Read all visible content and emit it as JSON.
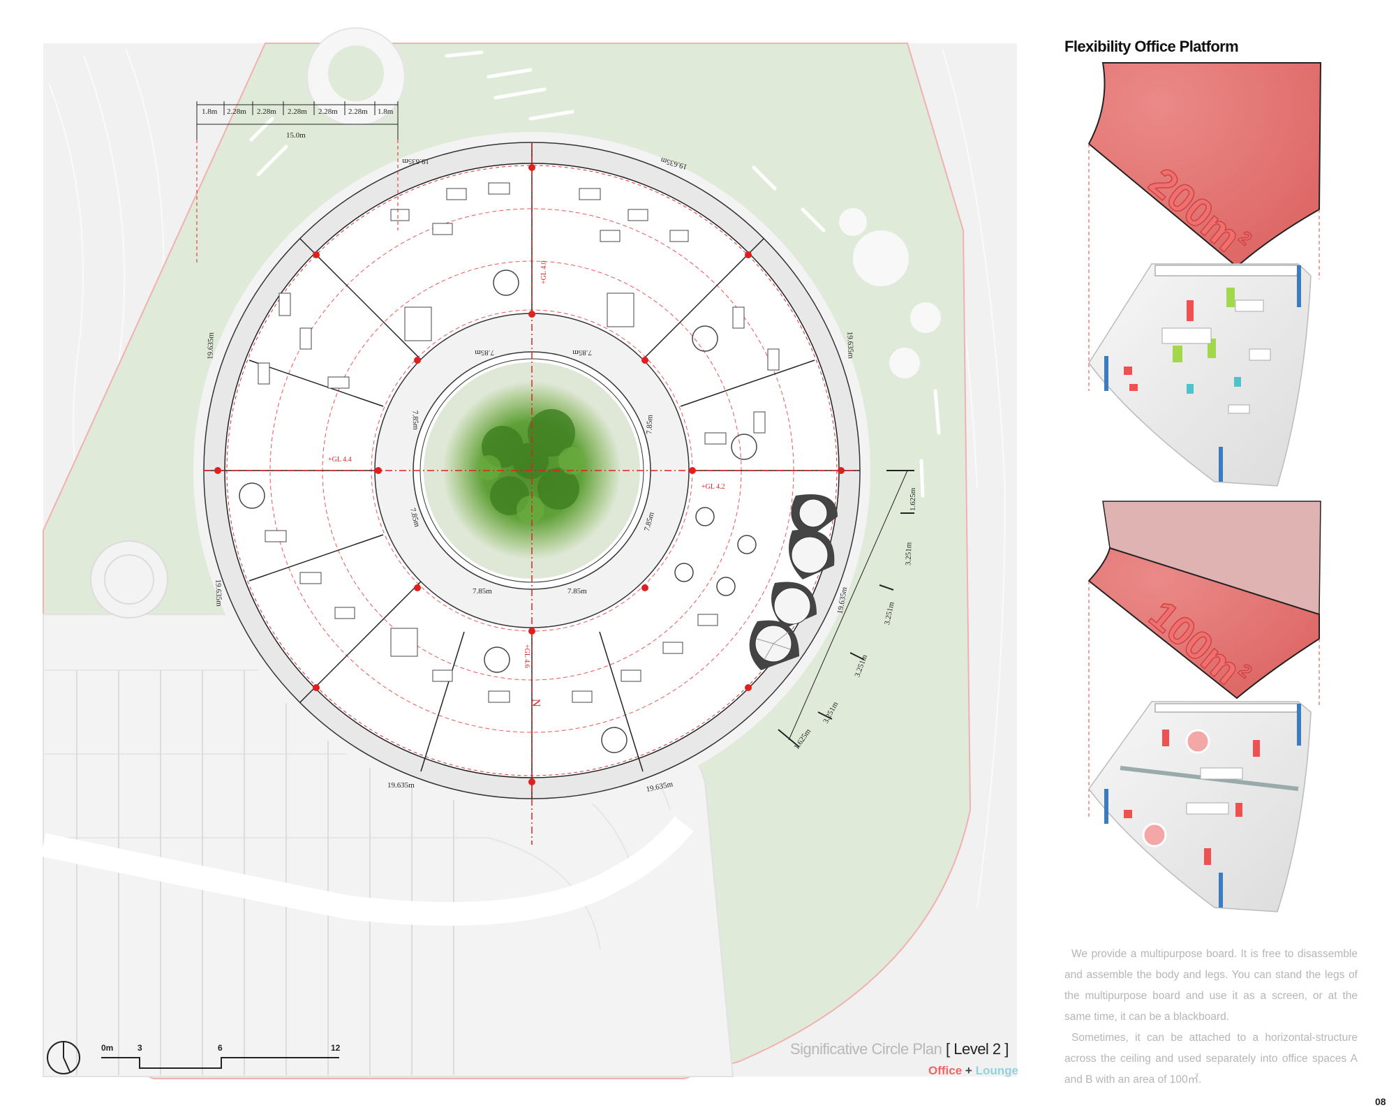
{
  "plan": {
    "title": "Significative Circle Plan",
    "level": "[ Level 2 ]",
    "legend_office": "Office",
    "legend_plus": "+",
    "legend_lounge": "Lounge",
    "legend_office_color": "#f06464",
    "legend_lounge_color": "#8fd4dc",
    "top_dims": [
      "1.8m",
      "2.28m",
      "2.28m",
      "2.28m",
      "2.28m",
      "2.28m",
      "1.8m"
    ],
    "top_total": "15.0m",
    "outer_dim": "19.635m",
    "inner_dim": "7.85m",
    "right_dims": [
      "1.625m",
      "3.251m",
      "3.251m",
      "3.251m",
      "3.251m",
      "1.625m"
    ],
    "levels": [
      "+GL 4.0",
      "+GL 4.2",
      "+GL 4.4",
      "+GL 4.6"
    ],
    "north": "N",
    "scale_labels": [
      "0m",
      "3",
      "6",
      "12"
    ]
  },
  "right_panel": {
    "title": "Flexibility Office Platform",
    "area_large": "200m",
    "area_small": "100m",
    "area_sup": "2",
    "area_color": "#e57373",
    "description_1": "We provide a multipurpose board. It is free to disassemble and assemble the body and legs. You can stand the legs of the multipurpose board and use it as a screen, or at the same time, it can be a blackboard.",
    "description_2": "Sometimes, it can be attached to a horizontal-structure across the ceiling and used separately into office spaces A and B with an area of 100㎡."
  },
  "page_number": "08"
}
